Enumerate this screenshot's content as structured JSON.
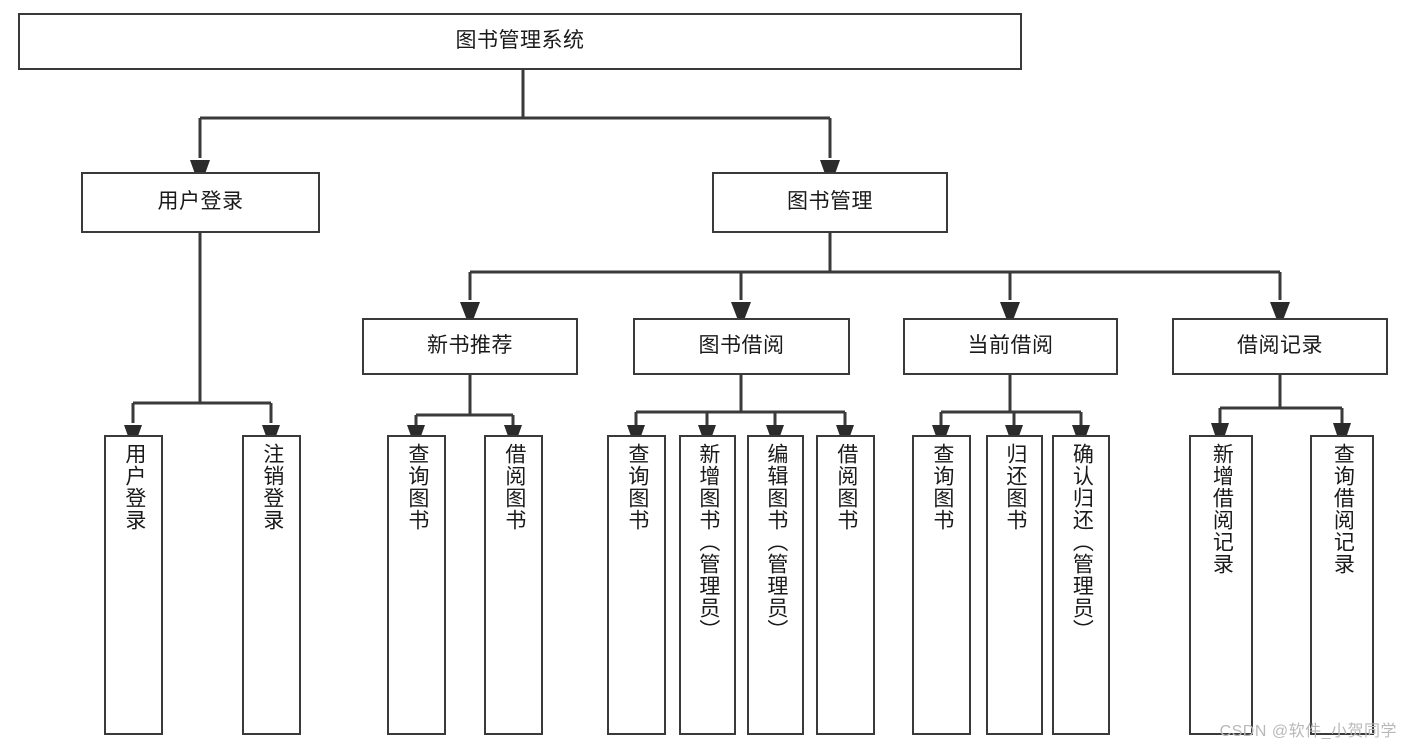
{
  "diagram": {
    "title": "图书管理系统",
    "type": "tree-hierarchy",
    "nodes": {
      "root": {
        "label": "图书管理系统"
      },
      "level2": [
        {
          "label": "用户登录"
        },
        {
          "label": "图书管理"
        }
      ],
      "level3": [
        {
          "label": "新书推荐"
        },
        {
          "label": "图书借阅"
        },
        {
          "label": "当前借阅"
        },
        {
          "label": "借阅记录"
        }
      ],
      "leaves": {
        "user_login": [
          {
            "label": "用户登录"
          },
          {
            "label": "注销登录"
          }
        ],
        "new_book_recommend": [
          {
            "label": "查询图书"
          },
          {
            "label": "借阅图书"
          }
        ],
        "book_borrow": [
          {
            "label": "查询图书"
          },
          {
            "label": "新增图书（管理员）"
          },
          {
            "label": "编辑图书（管理员）"
          },
          {
            "label": "借阅图书"
          }
        ],
        "current_borrow": [
          {
            "label": "查询图书"
          },
          {
            "label": "归还图书"
          },
          {
            "label": "确认归还（管理员）"
          }
        ],
        "borrow_record": [
          {
            "label": "新增借阅记录"
          },
          {
            "label": "查询借阅记录"
          }
        ]
      }
    },
    "colors": {
      "stroke": "#3a3a3a",
      "fill": "#ffffff",
      "text": "#1a1a1a",
      "watermark": "#b9b9b9"
    }
  },
  "watermark": {
    "text": "CSDN @软件_小贺同学"
  }
}
